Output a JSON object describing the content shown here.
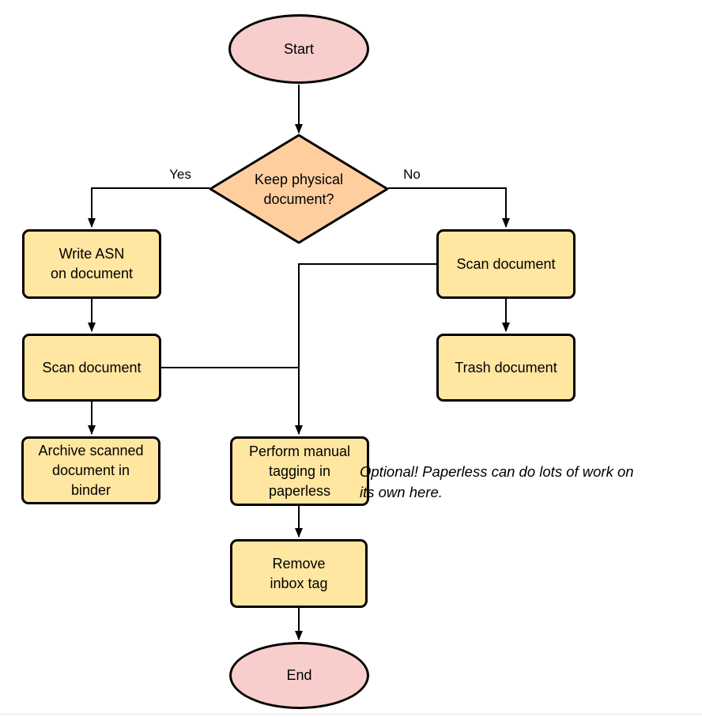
{
  "flowchart": {
    "nodes": {
      "start": "Start",
      "decision": "Keep physical\ndocument?",
      "write_asn": "Write ASN\non document",
      "scan_left": "Scan document",
      "archive": "Archive scanned\ndocument in\nbinder",
      "scan_right": "Scan document",
      "trash": "Trash document",
      "tagging": "Perform manual\ntagging in\npaperless",
      "remove_inbox": "Remove\ninbox tag",
      "end": "End"
    },
    "edge_labels": {
      "yes": "Yes",
      "no": "No"
    },
    "note": "Optional! Paperless can do lots of work on\nits own here.",
    "colors": {
      "terminator_fill": "#f8cecc",
      "decision_fill": "#ffce9f",
      "process_fill": "#ffe6a1",
      "stroke": "#000000"
    }
  }
}
